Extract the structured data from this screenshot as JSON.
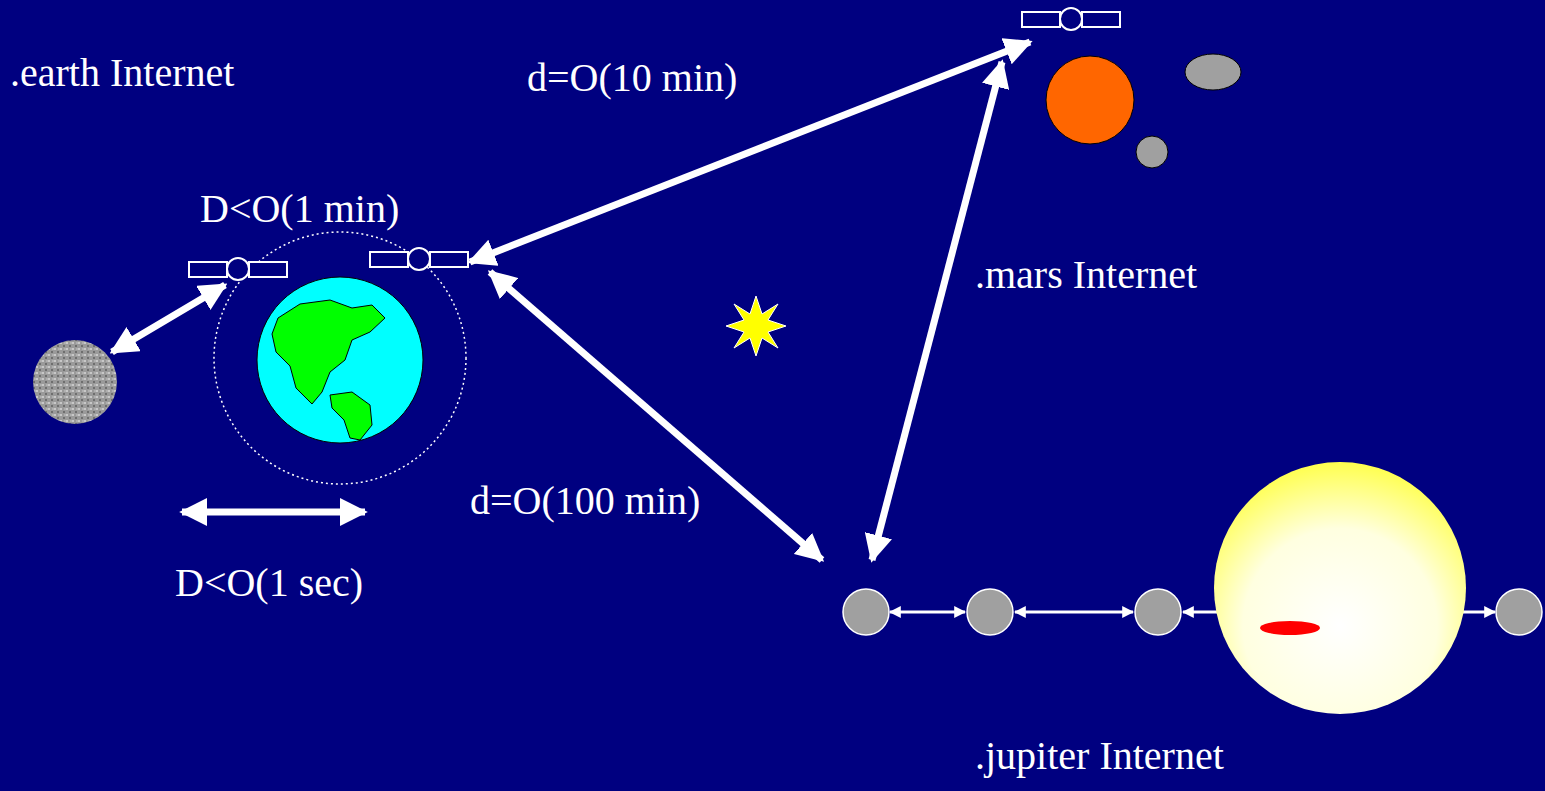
{
  "diagram": {
    "labels": [
      ".earth Internet",
      "d=O(10 min)",
      "D<O(1 min)",
      ".mars Internet",
      "d=O(100 min)",
      "D<O(1 sec)",
      ".jupiter Internet"
    ]
  }
}
